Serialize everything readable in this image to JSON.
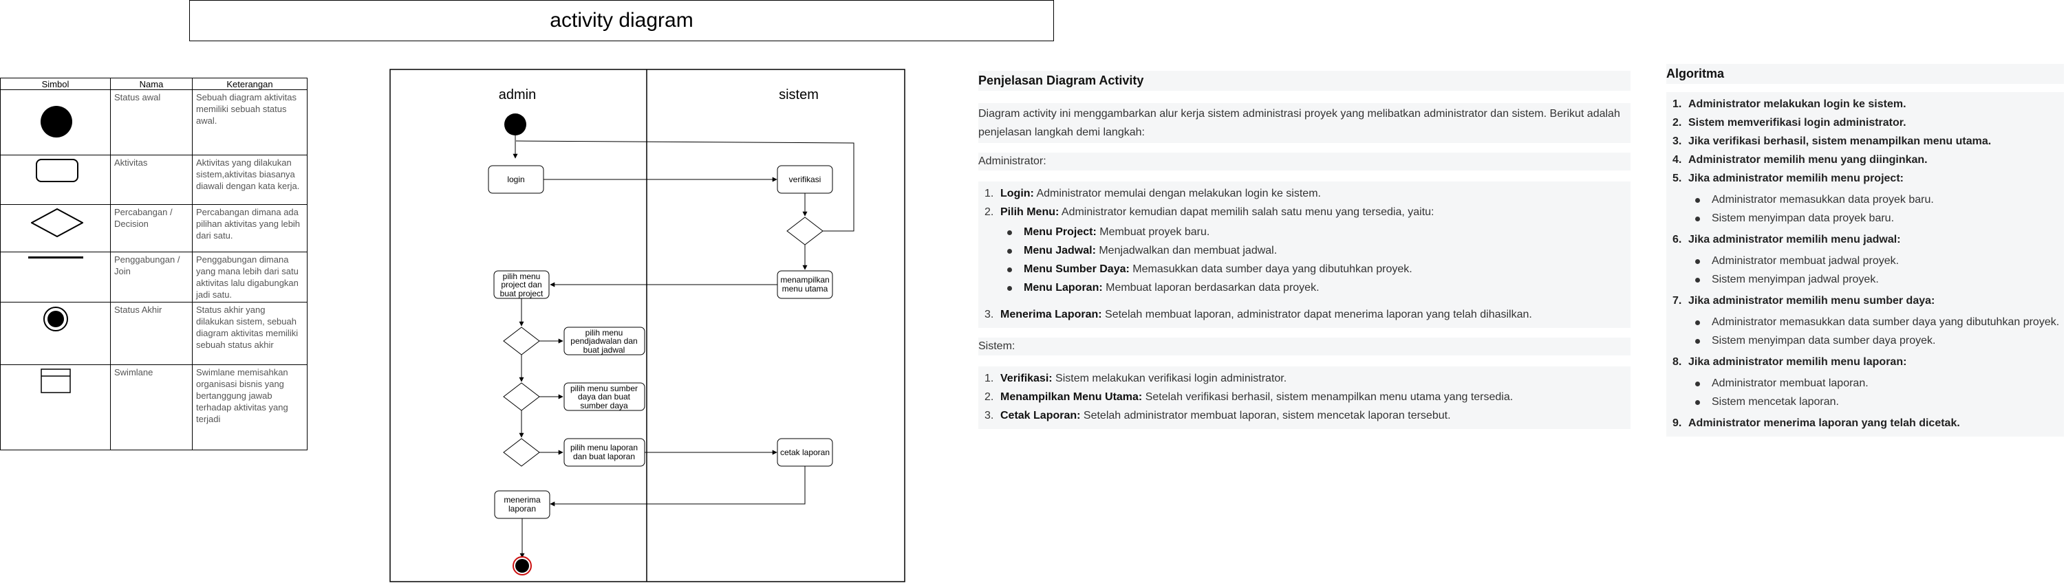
{
  "page_title": "activity diagram",
  "symbol_table": {
    "headers": [
      "Simbol",
      "Nama",
      "Keterangan"
    ],
    "rows": [
      {
        "symbol": "filled-circle-icon",
        "name": "Status   awal",
        "desc": "Sebuah diagram aktivitas memiliki sebuah status awal."
      },
      {
        "symbol": "rounded-rect-icon",
        "name": "Aktivitas",
        "desc": "Aktivitas yang dilakukan sistem,aktivitas biasanya diawali  dengan kata kerja."
      },
      {
        "symbol": "diamond-icon",
        "name": "Percabangan / Decision",
        "desc": "Percabangan dimana ada pilihan aktivitas yang lebih dari satu."
      },
      {
        "symbol": "bar-icon",
        "name": "Penggabungan / Join",
        "desc": "Penggabungan dimana yang mana lebih dari satu aktivitas lalu digabungkan jadi satu."
      },
      {
        "symbol": "end-state-icon",
        "name": "Status Akhir",
        "desc": "Status akhir yang   dilakukan   sistem, sebuah diagram aktivitas    memiliki sebuah status akhir"
      },
      {
        "symbol": "swimlane-icon",
        "name": "Swimlane",
        "desc": "Swimlane memisahkan organisasi  bisnis yang bertanggung jawab     terhadap aktivitas yang terjadi"
      }
    ]
  },
  "diagram": {
    "lanes": [
      "admin",
      "sistem"
    ],
    "nodes": {
      "login": [
        "login"
      ],
      "verifikasi": [
        "verifikasi"
      ],
      "menampilkan": [
        "menampilkan",
        "menu utama"
      ],
      "project": [
        "pilih menu",
        "project dan",
        "buat project"
      ],
      "jadwal": [
        "pilih menu",
        "pendjadwalan dan",
        "buat jadwal"
      ],
      "sumber": [
        "pilih menu sumber",
        "daya dan buat",
        "sumber daya"
      ],
      "laporan": [
        "pilih menu laporan",
        "dan buat laporan"
      ],
      "cetak": [
        "cetak laporan"
      ],
      "menerima": [
        "menerima",
        "laporan"
      ]
    }
  },
  "explanation": {
    "title": "Penjelasan Diagram Activity",
    "intro": "Diagram activity ini menggambarkan alur kerja sistem administrasi proyek yang melibatkan administrator dan sistem. Berikut adalah penjelasan langkah demi langkah:",
    "admin_heading": "Administrator:",
    "admin_items": [
      {
        "num": "1.",
        "bold": "Login:",
        "text": " Administrator memulai dengan melakukan login ke sistem."
      },
      {
        "num": "2.",
        "bold": "Pilih Menu:",
        "text": " Administrator kemudian dapat memilih salah satu menu yang tersedia, yaitu:"
      }
    ],
    "menu_items": [
      {
        "bold": "Menu Project:",
        "text": " Membuat proyek baru."
      },
      {
        "bold": "Menu Jadwal:",
        "text": " Menjadwalkan dan membuat jadwal."
      },
      {
        "bold": "Menu Sumber Daya:",
        "text": " Memasukkan data sumber daya yang dibutuhkan proyek."
      },
      {
        "bold": "Menu Laporan:",
        "text": " Membuat laporan berdasarkan data proyek."
      }
    ],
    "admin_item3": {
      "num": "3.",
      "bold": "Menerima Laporan:",
      "text": " Setelah membuat laporan, administrator dapat menerima laporan yang telah dihasilkan."
    },
    "system_heading": "Sistem:",
    "system_items": [
      {
        "num": "1.",
        "bold": "Verifikasi:",
        "text": " Sistem melakukan verifikasi login administrator."
      },
      {
        "num": "2.",
        "bold": "Menampilkan Menu Utama:",
        "text": " Setelah verifikasi berhasil, sistem menampilkan menu utama yang tersedia."
      },
      {
        "num": "3.",
        "bold": "Cetak Laporan:",
        "text": " Setelah administrator membuat laporan, sistem mencetak laporan tersebut."
      }
    ]
  },
  "algorithm": {
    "title": "Algoritma",
    "items": [
      {
        "num": "1.",
        "text": "Administrator melakukan login ke sistem.",
        "subs": []
      },
      {
        "num": "2.",
        "text": "Sistem memverifikasi login administrator.",
        "subs": []
      },
      {
        "num": "3.",
        "text": "Jika verifikasi berhasil, sistem menampilkan menu utama.",
        "subs": []
      },
      {
        "num": "4.",
        "text": "Administrator memilih menu yang diinginkan.",
        "subs": []
      },
      {
        "num": "5.",
        "text": "Jika administrator memilih menu project:",
        "subs": [
          "Administrator memasukkan data proyek baru.",
          "Sistem menyimpan data proyek baru."
        ]
      },
      {
        "num": "6.",
        "text": "Jika administrator memilih menu jadwal:",
        "subs": [
          "Administrator membuat jadwal proyek.",
          "Sistem menyimpan jadwal proyek."
        ]
      },
      {
        "num": "7.",
        "text": "Jika administrator memilih menu sumber daya:",
        "subs": [
          "Administrator memasukkan data sumber daya yang dibutuhkan proyek.",
          "Sistem menyimpan data sumber daya proyek."
        ]
      },
      {
        "num": "8.",
        "text": "Jika administrator memilih menu laporan:",
        "subs": [
          "Administrator membuat laporan.",
          "Sistem mencetak laporan."
        ]
      },
      {
        "num": "9.",
        "text": "Administrator menerima laporan yang telah dicetak.",
        "subs": []
      }
    ]
  }
}
